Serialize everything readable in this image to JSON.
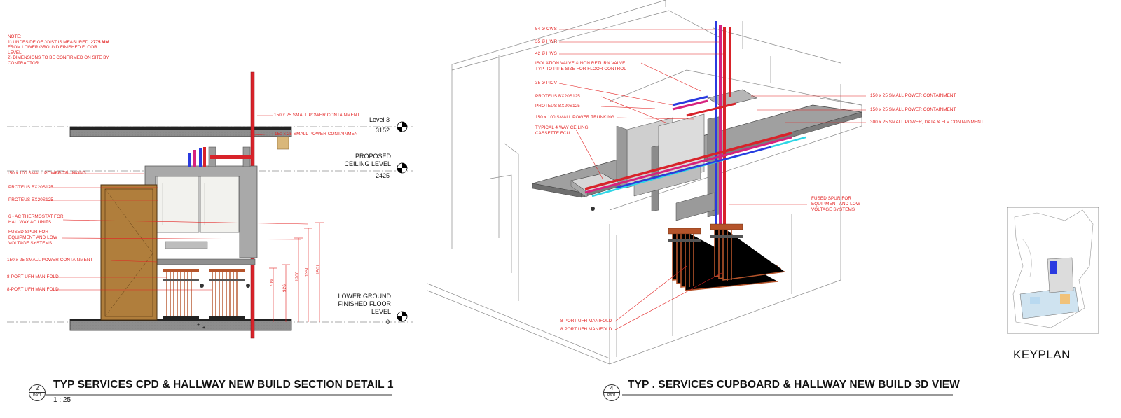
{
  "note": {
    "heading": "NOTE:",
    "line1a": "1) UNDESIDE OF JOIST IS MEASURED",
    "line1b": "2775 MM",
    "line2": "FROM LOWER GROUND FINISHED FLOOR",
    "line3": "LEVEL",
    "line4": "2) DIMENSIONS TO BE CONFIRMED ON SITE BY",
    "line5": "CONTRACTOR"
  },
  "section": {
    "labels_left": {
      "trunking": "150 x 100 SMALL POWER TRUNKING",
      "proteus1": "PROTEUS BX20S125",
      "proteus2": "PROTEUS BX20S125",
      "thermostat1": "6 - AC THERMOSTAT FOR",
      "thermostat2": "HALLWAY AC UNITS",
      "spur1": "FUSED SPUR FOR",
      "spur2": "EQUIPMENT AND LOW",
      "spur3": "VOLTAGE SYSTEMS",
      "containment": "150 x 25 SMALL POWER CONTAINMENT",
      "manifold1": "8-PORT UFH MANIFOLD",
      "manifold2": "8-PORT UFH MANIFOLD"
    },
    "labels_top": {
      "containment_a": "150 x 25 SMALL POWER CONTAINMENT",
      "containment_b": "150 x 25 SMALL POWER CONTAINMENT"
    },
    "levels": {
      "level3_name": "Level 3",
      "level3_value": "3152",
      "ceiling_name1": "PROPOSED",
      "ceiling_name2": "CEILING LEVEL",
      "ceiling_value": "2425",
      "floor_name1": "LOWER GROUND",
      "floor_name2": "FINISHED FLOOR",
      "floor_name3": "LEVEL",
      "floor_value": "0"
    },
    "dimensions": [
      "709",
      "926",
      "1200",
      "1350",
      "1501"
    ],
    "view_number": "2",
    "sheet_ref": "P601",
    "title": "TYP SERVICES CPD & HALLWAY NEW BUILD SECTION DETAIL 1",
    "scale": "1 : 25"
  },
  "view3d": {
    "labels_left": {
      "cws": "54 Ø CWS",
      "hwr": "35 Ø HWR",
      "hws": "42 Ø HWS",
      "valve1": "ISOLATION VALVE & NON RETURN VALVE",
      "valve2": "TYP. TO PIPE SIZE FOR FLOOR CONTROL",
      "picv": "35 Ø PICV",
      "proteus1": "PROTEUS BX20S125",
      "proteus2": "PROTEUS BX20S125",
      "trunking": "150 x 100 SMALL POWER TRUNKING",
      "fcu1": "TYPICAL 4 WAY CEILING",
      "fcu2": "CASSETTE FCU",
      "manifold1": "8 PORT UFH MANIFOLD",
      "manifold2": "8 PORT UFH MANIFOLD"
    },
    "labels_right": {
      "containment1": "150 x 25 SMALL POWER CONTAINMENT",
      "containment2": "150 x 25 SMALL POWER CONTAINMENT",
      "containment3": "300 x 25 SMALL POWER, DATA & ELV CONTAINMENT",
      "spur1": "FUSED SPUR FOR",
      "spur2": "EQUIPMENT AND LOW",
      "spur3": "VOLTAGE SYSTEMS"
    },
    "view_number": "4",
    "sheet_ref": "P601",
    "title": "TYP . SERVICES CUPBOARD & HALLWAY NEW BUILD  3D VIEW"
  },
  "keyplan": {
    "label": "KEYPLAN"
  },
  "colors": {
    "annotation": "#e32222",
    "pipe_red": "#d8232a",
    "pipe_magenta": "#d6227e",
    "pipe_blue": "#2a3ae0",
    "pipe_cyan": "#2fd6e6",
    "copper": "#b5542b",
    "concrete": "#8a8a8a",
    "door": "#b07e3c"
  }
}
